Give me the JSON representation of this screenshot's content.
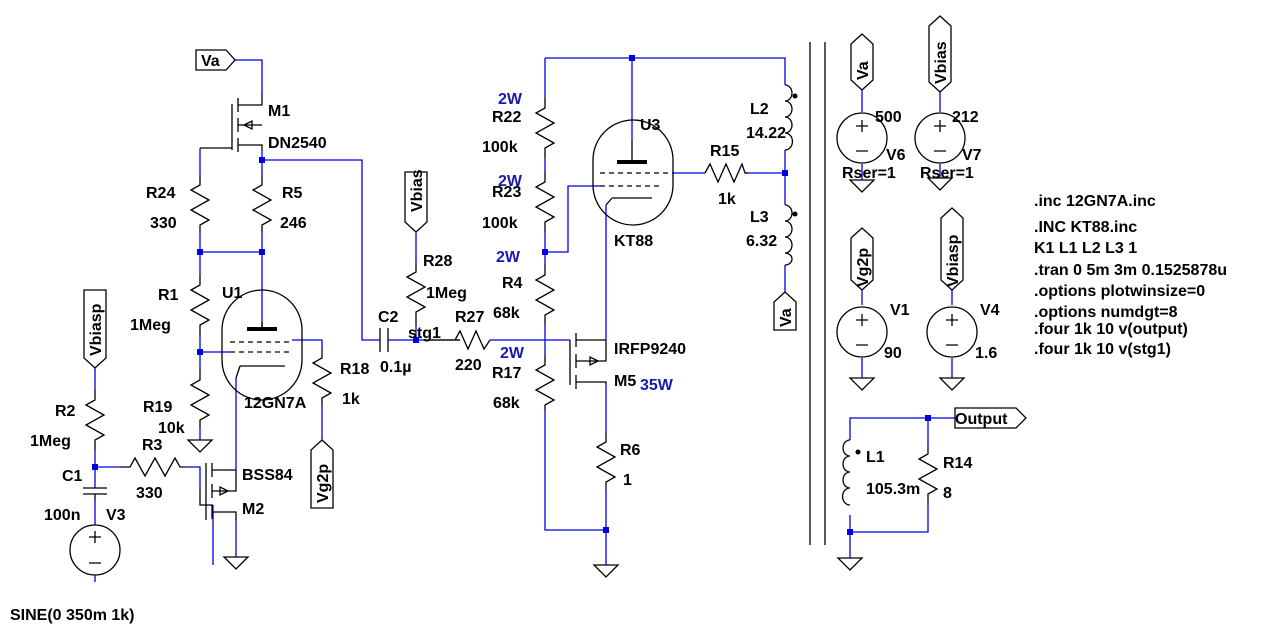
{
  "labels": {
    "m1": "M1",
    "m1_model": "DN2540",
    "r24": "R24",
    "r24_val": "330",
    "r5": "R5",
    "r5_val": "246",
    "r1": "R1",
    "r1_val": "1Meg",
    "u1": "U1",
    "u1_model": "12GN7A",
    "r19": "R19",
    "r19_val": "10k",
    "r18": "R18",
    "r18_val": "1k",
    "r2": "R2",
    "r2_val": "1Meg",
    "c1": "C1",
    "c1_val": "100n",
    "r3": "R3",
    "r3_val": "330",
    "m2": "M2",
    "m2_model": "BSS84",
    "v3": "V3",
    "v3_val": "SINE(0 350m 1k)",
    "r28": "R28",
    "r28_val": "1Meg",
    "c2": "C2",
    "c2_val": "0.1µ",
    "stg1": "stg1",
    "r27": "R27",
    "r27_val": "220",
    "r22": "R22",
    "r22_val": "100k",
    "r22_pwr": "2W",
    "r23": "R23",
    "r23_val": "100k",
    "r23_pwr": "2W",
    "r4": "R4",
    "r4_val": "68k",
    "r4_pwr": "2W",
    "r17": "R17",
    "r17_val": "68k",
    "r17_pwr": "2W",
    "u3": "U3",
    "u3_model": "KT88",
    "r15": "R15",
    "r15_val": "1k",
    "m5": "M5",
    "m5_model": "IRFP9240",
    "m5_pwr": "35W",
    "r6": "R6",
    "r6_val": "1",
    "l2": "L2",
    "l2_val": "14.22",
    "l3": "L3",
    "l3_val": "6.32",
    "v6": "V6",
    "v6_val": "500",
    "v6_rser": "Rser=1",
    "v7": "V7",
    "v7_val": "212",
    "v7_rser": "Rser=1",
    "v1": "V1",
    "v1_val": "90",
    "v4": "V4",
    "v4_val": "1.6",
    "l1": "L1",
    "l1_val": "105.3m",
    "r14": "R14",
    "r14_val": "8"
  },
  "net_flags": {
    "va_top": "Va",
    "vbias_mid": "Vbias",
    "vbiasp_left": "Vbiasp",
    "vg2p_mid": "Vg2p",
    "va_v6": "Va",
    "vbias_v7": "Vbias",
    "va_l3": "Va",
    "vg2p_v1": "Vg2p",
    "vbiasp_v4": "Vbiasp",
    "output": "Output"
  },
  "directives": [
    ".inc 12GN7A.inc",
    ".INC KT88.inc",
    "K1 L1 L2 L3 1",
    ".tran 0 5m 3m 0.1525878u",
    ".options plotwinsize=0",
    ".options numdgt=8",
    ".four 1k 10 v(output)",
    ".four 1k 10 v(stg1)"
  ],
  "colors": {
    "wire": "#0000e6",
    "component": "#000000",
    "power_label": "#1a1ab0",
    "background": "#ffffff"
  }
}
